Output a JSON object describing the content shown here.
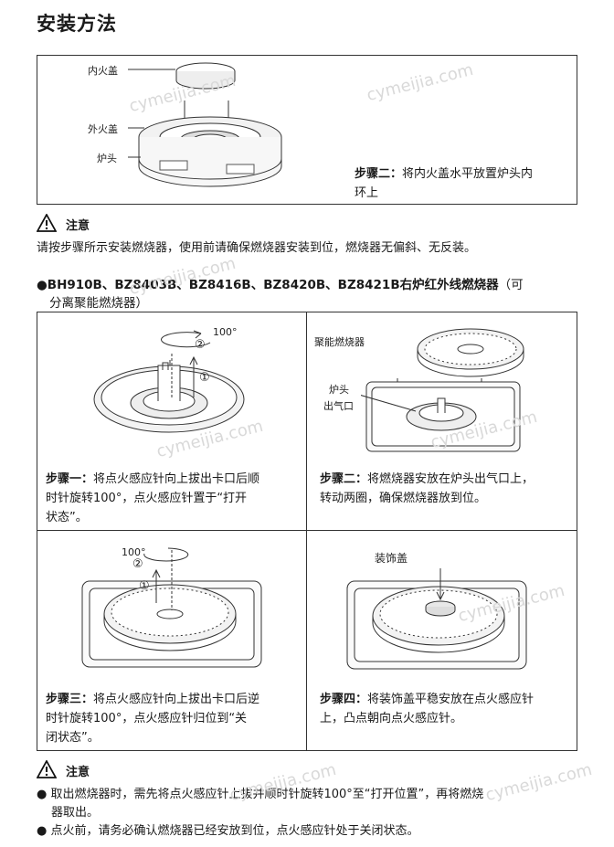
{
  "title": "安装方法",
  "top_panel": {
    "labels": {
      "inner_cap": "内火盖",
      "outer_cap": "外火盖",
      "burner_head": "炉头"
    },
    "step_label": "步骤二：",
    "step_text_1": "将内火盖水平放置炉头内",
    "step_text_2": "环上"
  },
  "notice1": {
    "heading": "注意",
    "text": "请按步骤所示安装燃烧器，使用前请确保燃烧器安装到位，燃烧器无偏斜、无反装。"
  },
  "models": {
    "line1_bold": "●BH910B、BZ8403B、BZ8416B、BZ8420B、BZ8421B右炉红外线燃烧器",
    "line1_normal": "（可",
    "line2": "分离聚能燃烧器）"
  },
  "cells": {
    "c1": {
      "angle": "100°",
      "num_2": "②",
      "num_1": "①",
      "step_label": "步骤一：",
      "lines": [
        "将点火感应针向上拔出卡口后顺",
        "时针旋转100°，点火感应针置于“打开",
        "状态”。"
      ]
    },
    "c2": {
      "label_burner": "聚能燃烧器",
      "label_head": "炉头",
      "label_outlet": "出气口",
      "step_label": "步骤二：",
      "lines": [
        "将燃烧器安放在炉头出气口上，",
        "转动两圈，确保燃烧器放到位。"
      ]
    },
    "c3": {
      "angle": "100°",
      "num_2": "②",
      "num_1": "①",
      "step_label": "步骤三：",
      "lines": [
        "将点火感应针向上拔出卡口后逆",
        "时针旋转100°，点火感应针归位到“关",
        "闭状态”。"
      ]
    },
    "c4": {
      "label_cap": "装饰盖",
      "step_label": "步骤四：",
      "lines": [
        "将装饰盖平稳安放在点火感应针",
        "上，凸点朝向点火感应针。"
      ]
    }
  },
  "notice2": {
    "heading": "注意",
    "bullets": [
      "取出燃烧器时，需先将点火感应针上拔并顺时针旋转100°至“打开位置”，再将燃烧",
      "器取出。",
      "点火前，请务必确认燃烧器已经安放到位，点火感应针处于关闭状态。"
    ]
  },
  "watermark": "cymeijia.com"
}
